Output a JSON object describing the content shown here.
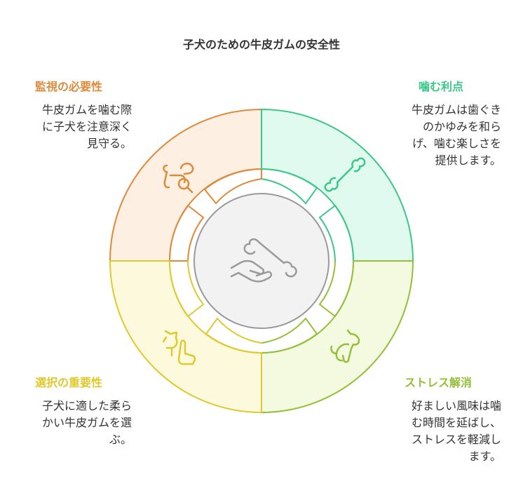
{
  "title": "子犬のための牛皮ガムの安全性",
  "colors": {
    "orange": "#dd8a3c",
    "green": "#3cc78a",
    "lime": "#95bf3a",
    "yellow": "#e0c92e",
    "gray": "#9a9a9a"
  },
  "sections": {
    "supervision": {
      "heading": "監視の必要性",
      "lines": [
        "牛皮ガムを噛む際",
        "に子犬を注意深く",
        "見守る。"
      ],
      "icon": "dog-magnifier-icon"
    },
    "benefits": {
      "heading": "噛む利点",
      "lines": [
        "牛皮ガムは歯ぐき",
        "のかゆみを和ら",
        "げ、噛む楽しさを",
        "提供します。"
      ],
      "icon": "bone-icon"
    },
    "selection": {
      "heading": "選択の重要性",
      "lines": [
        "子犬に適した柔ら",
        "かい牛皮ガムを選",
        "ぶ。"
      ],
      "icon": "dog-pointing-icon"
    },
    "stress": {
      "heading": "ストレス解消",
      "lines": [
        "好ましい風味は噛",
        "む時間を延ばし、",
        "ストレスを軽減し",
        "ます。"
      ],
      "icon": "sitting-dog-icon"
    }
  },
  "center_icon": "hand-bone-icon"
}
